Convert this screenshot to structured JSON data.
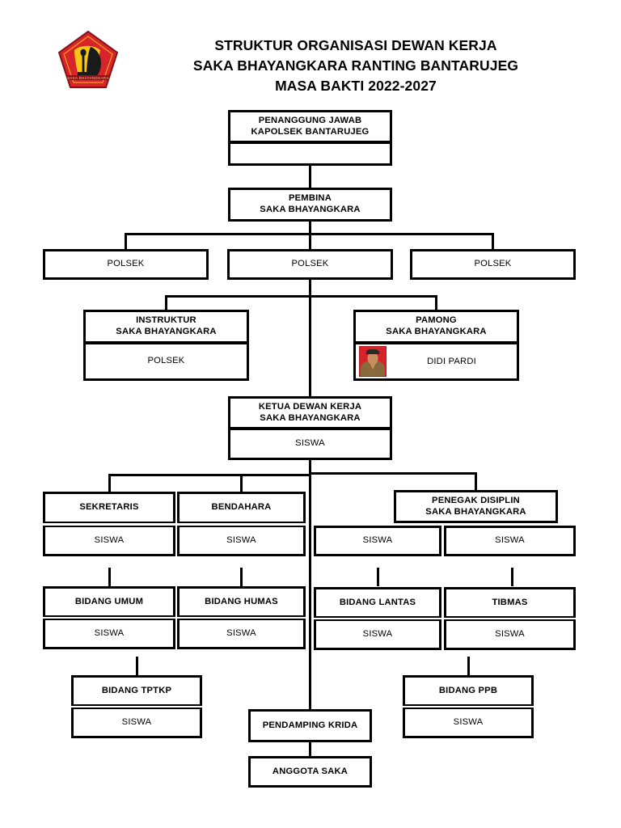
{
  "header": {
    "logo_name": "saka-bhayangkara-logo",
    "title_lines": [
      "STRUKTUR ORGANISASI DEWAN KERJA",
      "SAKA BHAYANGKARA RANTING BANTARUJEG",
      "MASA BAKTI 2022-2027"
    ]
  },
  "colors": {
    "line": "#000000",
    "box_fill": "#ffffff",
    "logo_red": "#d8232a",
    "logo_yellow": "#f5c518",
    "logo_black": "#1a1a1a",
    "photo_bg": "#d8232a",
    "uniform_brown": "#8a6a3d"
  },
  "chart": {
    "type": "org-chart",
    "nodes": [
      {
        "id": "penanggung-jawab",
        "title_lines": [
          "PENANGGUNG JAWAB",
          "KAPOLSEK BANTARUJEG"
        ],
        "occupant": ""
      },
      {
        "id": "pembina",
        "title_lines": [
          "PEMBINA",
          "SAKA BHAYANGKARA"
        ]
      },
      {
        "id": "polsek-1",
        "title_lines": [
          "POLSEK"
        ]
      },
      {
        "id": "polsek-2",
        "title_lines": [
          "POLSEK"
        ]
      },
      {
        "id": "polsek-3",
        "title_lines": [
          "POLSEK"
        ]
      },
      {
        "id": "instruktur",
        "title_lines": [
          "INSTRUKTUR",
          "SAKA BHAYANGKARA"
        ],
        "occupant": "POLSEK"
      },
      {
        "id": "pamong",
        "title_lines": [
          "PAMONG",
          "SAKA BHAYANGKARA"
        ],
        "occupant": "DIDI PARDI",
        "has_photo": true
      },
      {
        "id": "ketua-dewan-kerja",
        "title_lines": [
          "KETUA DEWAN KERJA",
          "SAKA BHAYANGKARA"
        ],
        "occupant": "SISWA"
      },
      {
        "id": "sekretaris",
        "title_lines": [
          "SEKRETARIS"
        ],
        "occupant": "SISWA"
      },
      {
        "id": "bendahara",
        "title_lines": [
          "BENDAHARA"
        ],
        "occupant": "SISWA"
      },
      {
        "id": "penegak-disiplin",
        "title_lines": [
          "PENEGAK DISIPLIN",
          "SAKA BHAYANGKARA"
        ],
        "occupants": [
          "SISWA",
          "SISWA"
        ]
      },
      {
        "id": "bidang-umum",
        "title_lines": [
          "BIDANG UMUM"
        ],
        "occupant": "SISWA"
      },
      {
        "id": "bidang-humas",
        "title_lines": [
          "BIDANG HUMAS"
        ],
        "occupant": "SISWA"
      },
      {
        "id": "bidang-lantas",
        "title_lines": [
          "BIDANG LANTAS"
        ],
        "occupant": "SISWA"
      },
      {
        "id": "tibmas",
        "title_lines": [
          "TIBMAS"
        ],
        "occupant": "SISWA"
      },
      {
        "id": "bidang-tptkp",
        "title_lines": [
          "BIDANG TPTKP"
        ],
        "occupant": "SISWA"
      },
      {
        "id": "bidang-ppb",
        "title_lines": [
          "BIDANG PPB"
        ],
        "occupant": "SISWA"
      },
      {
        "id": "pendamping-krida",
        "title_lines": [
          "PENDAMPING KRIDA"
        ]
      },
      {
        "id": "anggota-saka",
        "title_lines": [
          "ANGGOTA SAKA"
        ]
      }
    ]
  },
  "labels": {
    "penanggung_jawab_l1": "PENANGGUNG JAWAB",
    "penanggung_jawab_l2": "KAPOLSEK BANTARUJEG",
    "penanggung_jawab_occupant": "",
    "pembina_l1": "PEMBINA",
    "pembina_l2": "SAKA BHAYANGKARA",
    "polsek_1": "POLSEK",
    "polsek_2": "POLSEK",
    "polsek_3": "POLSEK",
    "instruktur_l1": "INSTRUKTUR",
    "instruktur_l2": "SAKA BHAYANGKARA",
    "instruktur_occupant": "POLSEK",
    "pamong_l1": "PAMONG",
    "pamong_l2": "SAKA BHAYANGKARA",
    "pamong_occupant": "DIDI PARDI",
    "ketua_l1": "KETUA DEWAN KERJA",
    "ketua_l2": "SAKA BHAYANGKARA",
    "ketua_occupant": "SISWA",
    "sekretaris": "SEKRETARIS",
    "sekretaris_occupant": "SISWA",
    "bendahara": "BENDAHARA",
    "bendahara_occupant": "SISWA",
    "penegak_l1": "PENEGAK DISIPLIN",
    "penegak_l2": "SAKA BHAYANGKARA",
    "penegak_occupant_1": "SISWA",
    "penegak_occupant_2": "SISWA",
    "bidang_umum": "BIDANG UMUM",
    "bidang_umum_occupant": "SISWA",
    "bidang_humas": "BIDANG HUMAS",
    "bidang_humas_occupant": "SISWA",
    "bidang_lantas": "BIDANG LANTAS",
    "bidang_lantas_occupant": "SISWA",
    "tibmas": "TIBMAS",
    "tibmas_occupant": "SISWA",
    "bidang_tptkp": "BIDANG TPTKP",
    "bidang_tptkp_occupant": "SISWA",
    "bidang_ppb": "BIDANG PPB",
    "bidang_ppb_occupant": "SISWA",
    "pendamping_krida": "PENDAMPING KRIDA",
    "anggota_saka": "ANGGOTA SAKA"
  }
}
